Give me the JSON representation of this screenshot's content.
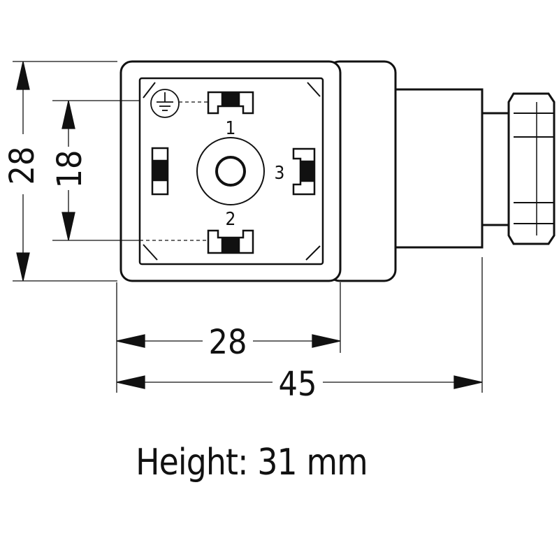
{
  "dimensions": {
    "left_outer_height": "28",
    "left_inner_height": "18",
    "bottom_body_width": "28",
    "bottom_total_length": "45"
  },
  "pins": {
    "pin1": "1",
    "pin2": "2",
    "pin3": "3"
  },
  "caption": "Height: 31 mm",
  "symbols": {
    "ground": "ground-icon"
  }
}
